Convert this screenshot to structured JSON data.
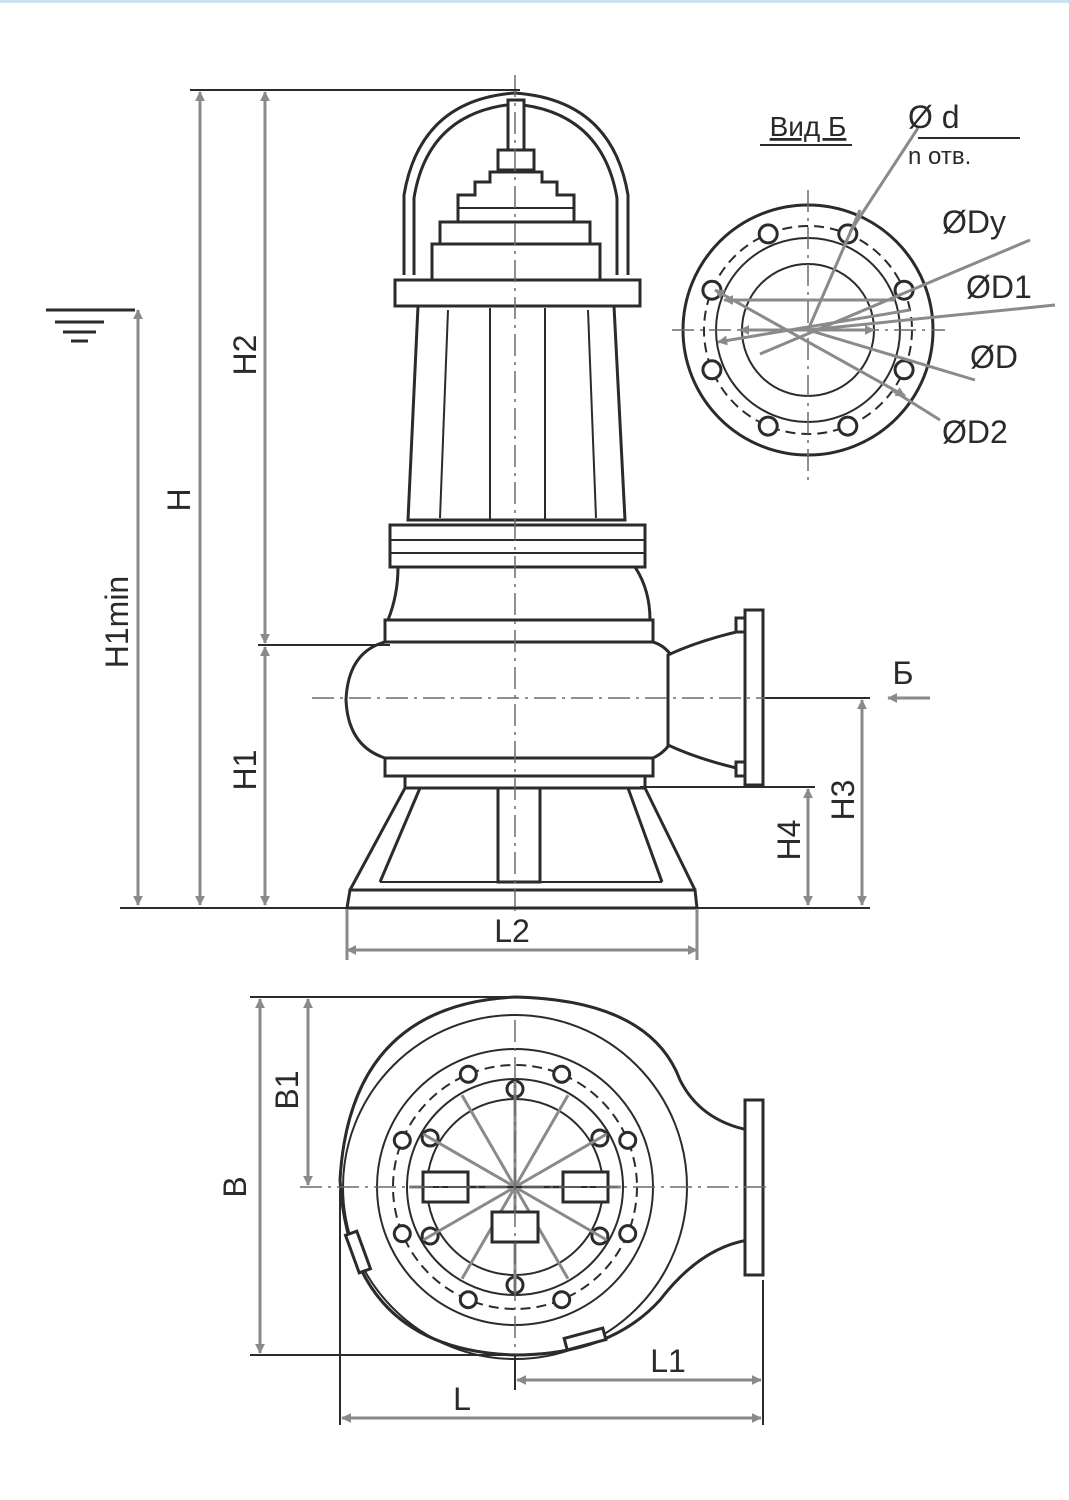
{
  "labels": {
    "H": "H",
    "H1": "H1",
    "H2": "H2",
    "H3": "H3",
    "H4": "H4",
    "H1min": "H1min",
    "L": "L",
    "L1": "L1",
    "L2": "L2",
    "B": "B",
    "B1": "B1",
    "view_title": "Вид Б",
    "view_marker": "Б",
    "d": "Ø d",
    "holes": "n отв.",
    "Dy": "ØDy",
    "D1": "ØD1",
    "D": "ØD",
    "D2": "ØD2"
  },
  "colors": {
    "line": "#2b2b2b",
    "dimension": "#8a8a8a",
    "top_band": "#c9e3f1"
  },
  "icons": {
    "water_level": "water-level-icon"
  }
}
